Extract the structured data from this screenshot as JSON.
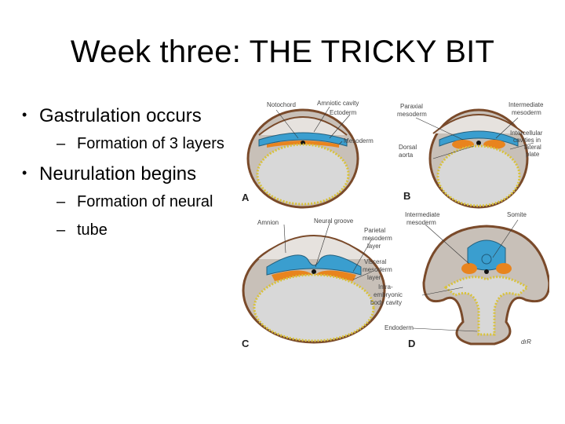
{
  "slide": {
    "title": "Week three: THE TRICKY BIT",
    "bullets": [
      {
        "text": "Gastrulation occurs",
        "sub": [
          "Formation of 3 layers"
        ]
      },
      {
        "text": "Neurulation begins",
        "sub": [
          "Formation of neural",
          "tube"
        ]
      }
    ]
  },
  "figure": {
    "panels": [
      "A",
      "B",
      "C",
      "D"
    ],
    "labels": {
      "notochord": "Notochord",
      "amniotic_cavity": "Amniotic cavity",
      "ectoderm": "Ectoderm",
      "mesoderm": "Mesoderm",
      "paraxial_mesoderm": [
        "Paraxial",
        "mesoderm"
      ],
      "intermediate_mesoderm": [
        "Intermediate",
        "mesoderm"
      ],
      "intercellular_cavities": [
        "Intercellular",
        "cavities in",
        "lateral",
        "plate"
      ],
      "dorsal_aorta": [
        "Dorsal",
        "aorta"
      ],
      "amnion": "Amnion",
      "neural_groove": "Neural groove",
      "parietal_mesoderm": [
        "Parietal",
        "mesoderm",
        "layer"
      ],
      "visceral_mesoderm": [
        "Visceral",
        "mesoderm",
        "layer"
      ],
      "intraembryonic": [
        "Intra-",
        "embryonic",
        "body cavity"
      ],
      "intermediate_mesoderm_d": [
        "Intermediate",
        "mesoderm"
      ],
      "somite": "Somite",
      "endoderm": "Endoderm",
      "signature": "drR"
    },
    "colors": {
      "ectoderm": "#3a9ecf",
      "mesoderm": "#e8841e",
      "yolk": "#d8d8d8",
      "endoderm_dots": "#d9c23a",
      "outer": "#7a4a2a"
    }
  }
}
